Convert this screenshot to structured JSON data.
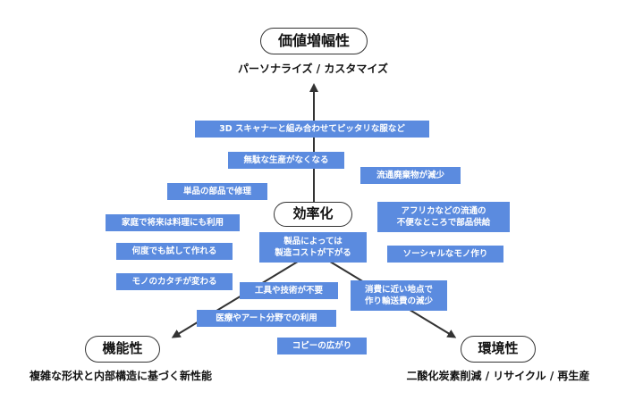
{
  "nodes": {
    "top": {
      "label": "価値増幅性",
      "sub": "パーソナライズ / カスタマイズ"
    },
    "center": {
      "label": "効率化"
    },
    "left": {
      "label": "機能性",
      "sub": "複雑な形状と内部構造に基づく新性能"
    },
    "right": {
      "label": "環境性",
      "sub": "二酸化炭素削減 / リサイクル / 再生産"
    }
  },
  "tags": [
    "3D スキャナーと組み合わせてピッタリな服など",
    "無駄な生産がなくなる",
    "流通廃棄物が減少",
    "単品の部品で修理",
    "アフリカなどの流通の",
    "不便なところで部品供給",
    "家庭で将来は料理にも利用",
    "製品によっては",
    "製造コストが下がる",
    "何度でも試して作れる",
    "ソーシャルなモノ作り",
    "モノのカタチが変わる",
    "工具や技術が不要",
    "消費に近い地点で",
    "作り輸送費の減少",
    "医療やアート分野での利用",
    "コピーの広がり"
  ],
  "colors": {
    "tag_bg": "#5b8bdf",
    "tag_text": "#ffffff",
    "line": "#333333"
  }
}
